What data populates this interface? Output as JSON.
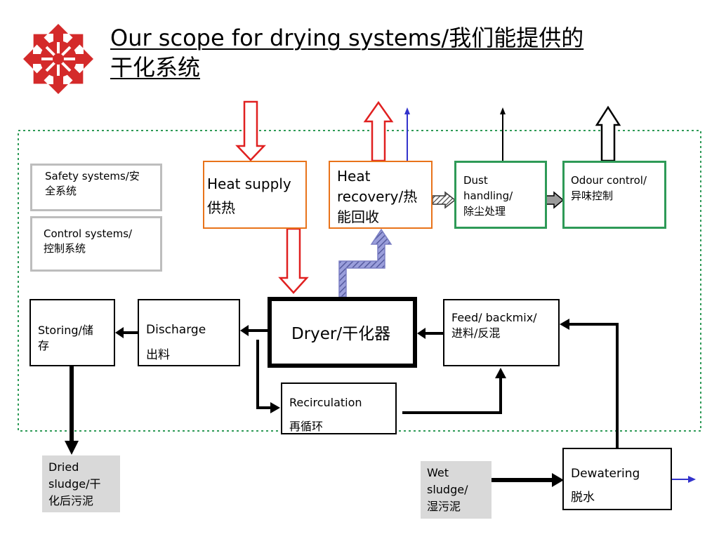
{
  "title": {
    "line1": "Our scope for drying systems/我们能提供的",
    "line2": "干化系统"
  },
  "boxes": {
    "safety": {
      "line1": "Safety systems/安",
      "line2": "全系统"
    },
    "control": {
      "line1": "Control systems/",
      "line2": "控制系统"
    },
    "heat_supply": {
      "line1": "Heat supply",
      "line2": "供热"
    },
    "heat_recovery": {
      "line1": "Heat",
      "line2": "recovery/热",
      "line3": "能回收"
    },
    "dust": {
      "line1": "Dust handling/",
      "line2": "除尘处理"
    },
    "odour": {
      "line1": "Odour control/",
      "line2": "异味控制"
    },
    "storing": {
      "line1": "Storing/储",
      "line2": "存"
    },
    "discharge": {
      "line1": "Discharge",
      "line2": "出料"
    },
    "dryer": {
      "label": "Dryer/干化器"
    },
    "feed": {
      "line1": "Feed/ backmix/",
      "line2": "进料/反混"
    },
    "recirculation": {
      "line1": "Recirculation",
      "line2": "再循环"
    },
    "dewatering": {
      "line1": "Dewatering",
      "line2": "脱水"
    },
    "dried_sludge": {
      "line1": "Dried",
      "line2": "sludge/干",
      "line3": "化后污泥"
    },
    "wet_sludge": {
      "line1": "Wet",
      "line2": "sludge/",
      "line3": "湿污泥"
    }
  },
  "colors": {
    "logo": "#d42a2a",
    "heat_arrow": "#e02020",
    "orange_border": "#e8731a",
    "green_border": "#2e9a57",
    "dotted_boundary": "#2e9a57",
    "blue_arrow": "#3333cc",
    "hatched_arrow": "#7b7fc4",
    "gray_box_border": "#bdbdbd",
    "sludge_fill": "#d9d9d9"
  },
  "icons": {
    "logo": "red-snowflake-star-icon"
  }
}
